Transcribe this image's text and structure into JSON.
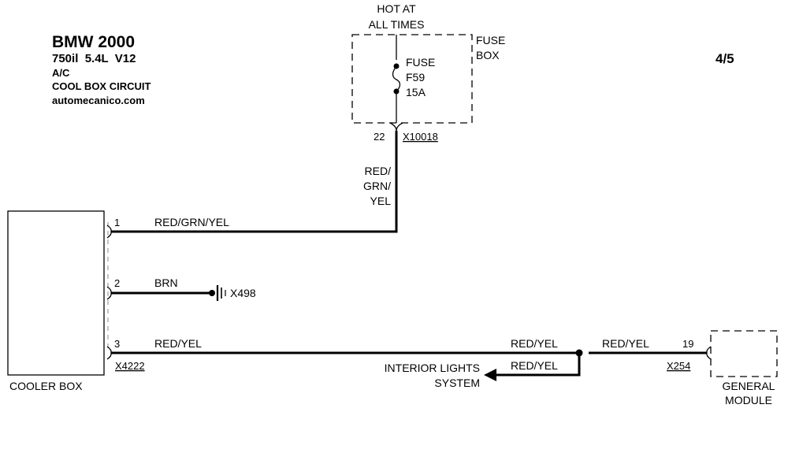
{
  "header": {
    "title": "BMW 2000",
    "model": "750il  5.4L  V12",
    "system": "A/C",
    "circuit": "COOL BOX CIRCUIT",
    "site": "automecanico.com",
    "page": "4/5"
  },
  "fuse_box": {
    "hot_line1": "HOT AT",
    "hot_line2": "ALL TIMES",
    "label_line1": "FUSE",
    "label_line2": "BOX",
    "fuse_word": "FUSE",
    "fuse_id": "F59",
    "fuse_rating": "15A",
    "pin": "22",
    "connector": "X10018"
  },
  "wires": {
    "vertical_l1": "RED/",
    "vertical_l2": "GRN/",
    "vertical_l3": "YEL",
    "pin1_color": "RED/GRN/YEL",
    "pin2_color": "BRN",
    "pin3_color": "RED/YEL",
    "splice_left_color": "RED/YEL",
    "splice_right_color": "RED/YEL",
    "splice_down_color": "RED/YEL"
  },
  "cooler_box": {
    "label": "COOLER BOX",
    "pin1": "1",
    "pin2": "2",
    "pin3": "3",
    "connector": "X4222"
  },
  "ground": {
    "id": "X498"
  },
  "interior_lights": {
    "line1": "INTERIOR LIGHTS",
    "line2": "SYSTEM"
  },
  "general_module": {
    "line1": "GENERAL",
    "line2": "MODULE",
    "pin": "19",
    "connector": "X254"
  }
}
